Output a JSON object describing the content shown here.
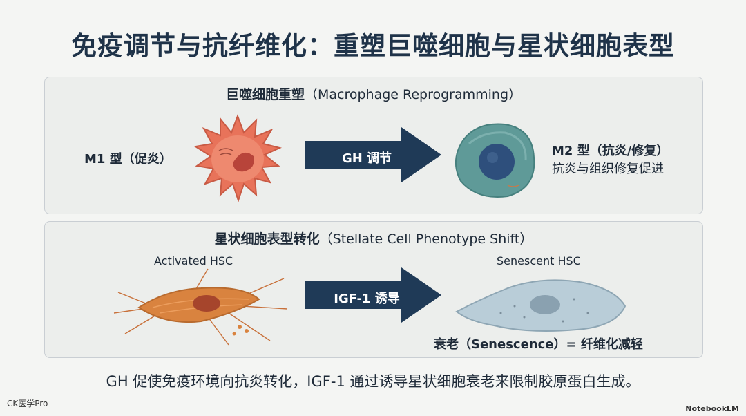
{
  "title": "免疫调节与抗纤维化：重塑巨噬细胞与星状细胞表型",
  "macrophage_panel": {
    "heading_zh": "巨噬细胞重塑",
    "heading_en": "（Macrophage Reprogramming）",
    "m1_label": "M1 型（促炎）",
    "arrow_label": "GH 调节",
    "m2_label": "M2 型（抗炎/修复）",
    "m2_caption": "抗炎与组织修复促进"
  },
  "stellate_panel": {
    "heading_zh": "星状细胞表型转化",
    "heading_en": "（Stellate Cell Phenotype Shift）",
    "activated_label": "Activated HSC",
    "arrow_label": "IGF-1 诱导",
    "senescent_label": "Senescent HSC",
    "result_label": "衰老（Senescence）= 纤维化减轻"
  },
  "footer": "GH 促使免疫环境向抗炎转化，IGF-1 通过诱导星状细胞衰老来限制胶原蛋白生成。",
  "watermark_left": "CK医学Pro",
  "watermark_right": "NotebookLM",
  "colors": {
    "arrow": "#1f3a57",
    "m1_cell": "#e8735a",
    "m2_cell": "#5f9a98",
    "activated_cell": "#d9833f",
    "senescent_cell": "#b9cdd8"
  }
}
